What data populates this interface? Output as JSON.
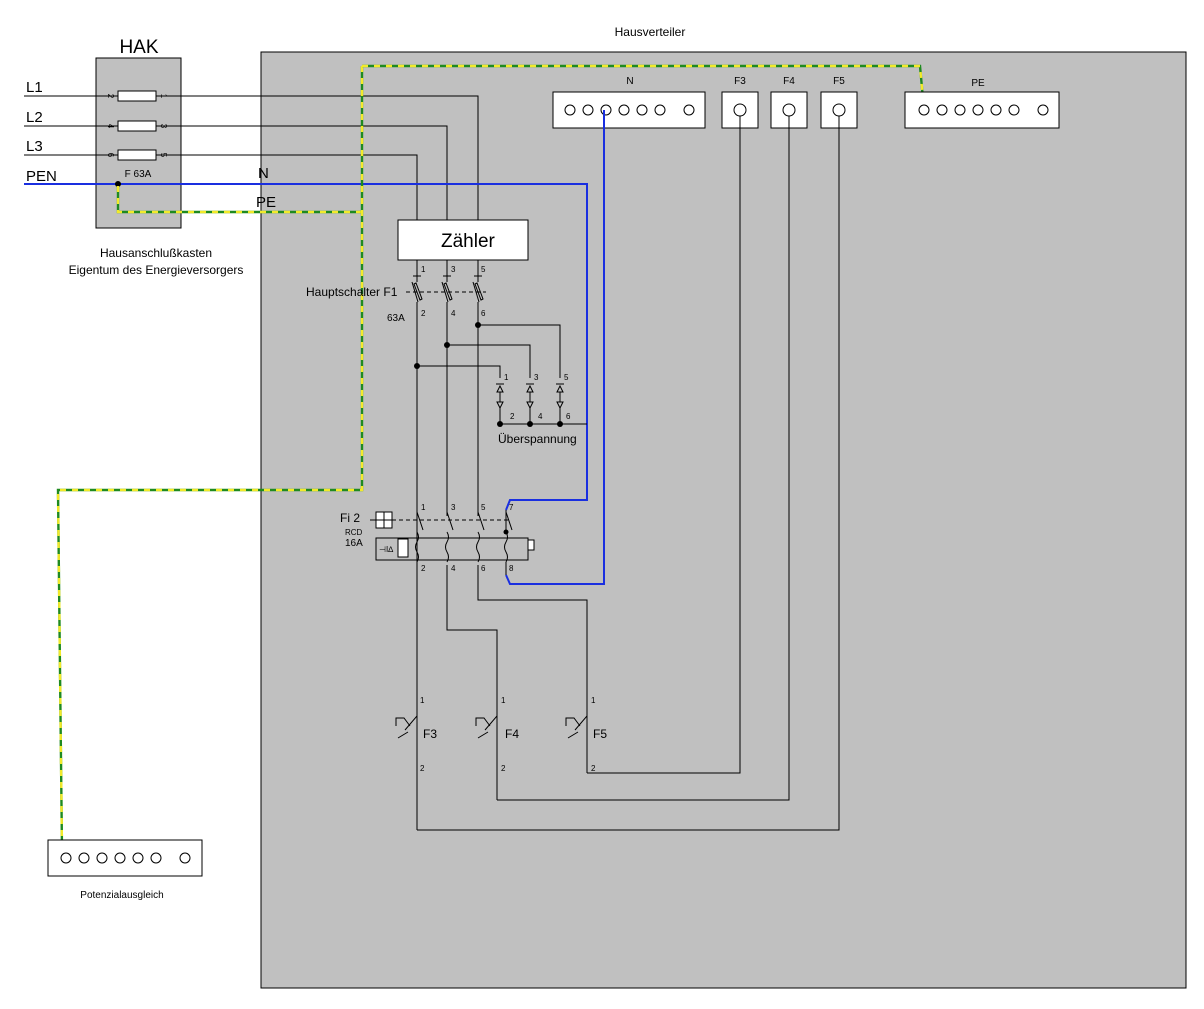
{
  "titles": {
    "hausverteiler": "Hausverteiler",
    "hak": "HAK",
    "hak_desc_1": "Hausanschlußkasten",
    "hak_desc_2": "Eigentum des Energieversorgers",
    "potential": "Potenzialausgleich"
  },
  "lines": {
    "l1": "L1",
    "l2": "L2",
    "l3": "L3",
    "pen": "PEN",
    "n": "N",
    "pe": "PE"
  },
  "hak_fuse": "F 63A",
  "rails": {
    "n": "N",
    "pe": "PE"
  },
  "outlet_terminals": [
    "F3",
    "F4",
    "F5"
  ],
  "meter": "Zähler",
  "main_switch": {
    "label": "Hauptschalter F1",
    "rating": "63A"
  },
  "surge": "Überspannung",
  "rcd": {
    "name": "Fi 2",
    "type": "RCD",
    "rating": "16A",
    "test_symbol": "⊣I∆"
  },
  "breakers": [
    "F3",
    "F4",
    "F5"
  ],
  "pin_numbers": {
    "hak_left": [
      "2",
      "4",
      "6"
    ],
    "hak_right": [
      "1",
      "3",
      "5"
    ],
    "odd": [
      "1",
      "3",
      "5"
    ],
    "even": [
      "2",
      "4",
      "6"
    ],
    "rcd_n_in": "7",
    "rcd_n_out": "8",
    "breaker_in": "1",
    "breaker_out": "2"
  },
  "colors": {
    "cabinet": "#c0c0c0",
    "neutral": "#1a2fe0",
    "pe_green": "#1f8a1f",
    "pe_yellow": "#f2ea2a"
  }
}
